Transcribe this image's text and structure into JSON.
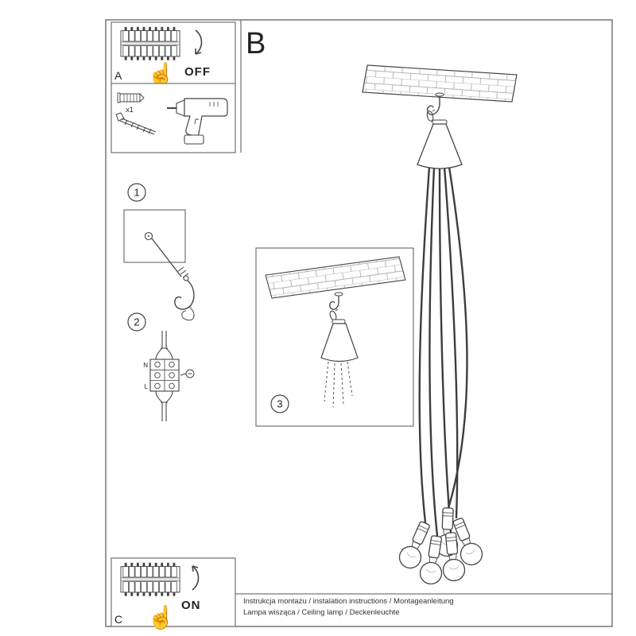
{
  "panel_a": {
    "label": "A",
    "state": "OFF"
  },
  "panel_c": {
    "label": "C",
    "state": "ON"
  },
  "panel_tools": {
    "anchor_qty": "x1"
  },
  "steps": {
    "s1": "1",
    "s2": "2",
    "s3": "3"
  },
  "section_b": {
    "label": "B"
  },
  "wiring": {
    "n": "N",
    "l": "L"
  },
  "icons": {
    "hand": "☝"
  },
  "footer": {
    "line1": "Instrukcja montażu / instalation instructions / Montageanleitung",
    "line2": "Lampa wisząca / Ceiling lamp / Deckenleuchte"
  }
}
